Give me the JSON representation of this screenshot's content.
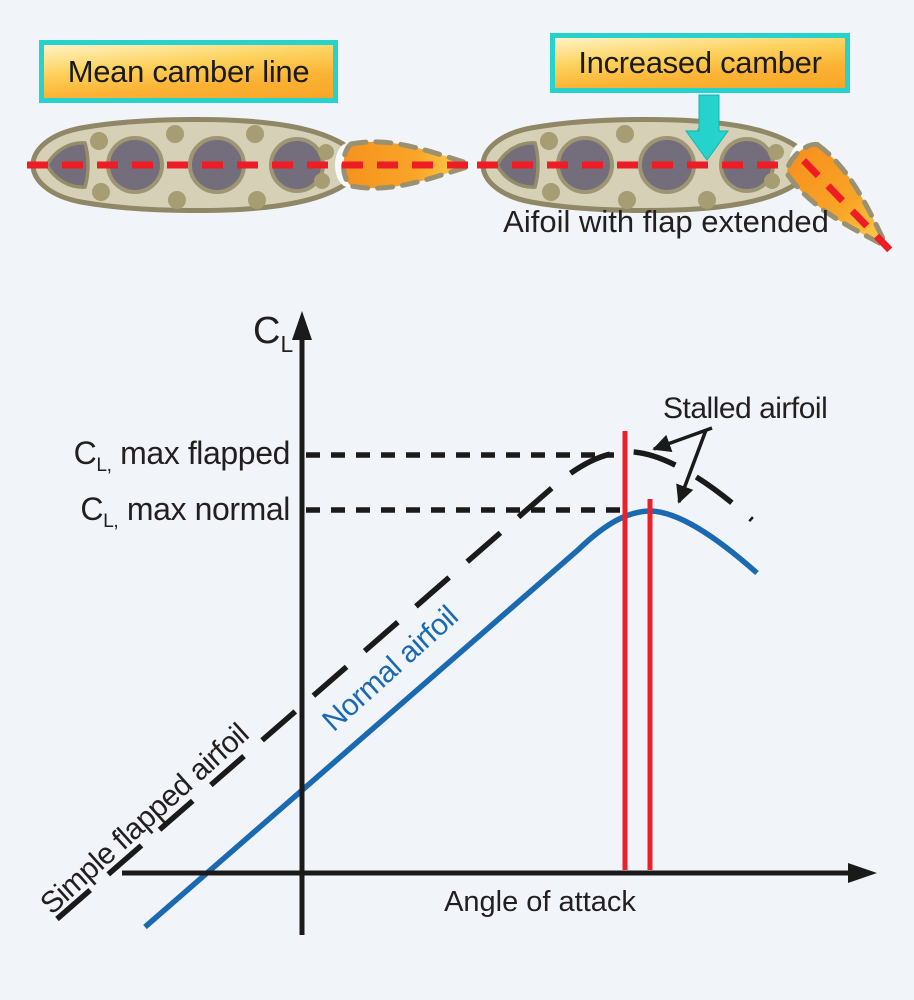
{
  "palette": {
    "background": "#f1f5f9",
    "ink": "#231f20",
    "cyan_accent": "#25d3cc",
    "box_gradient_top": "#fff3c6",
    "box_gradient_bottom": "#f9a527",
    "red": "#ec2028",
    "blue": "#1b6ab1",
    "airfoil_body": "#d6d0b7",
    "airfoil_outline": "#8f8766",
    "airfoil_circle": "#736d7c",
    "airfoil_dot": "#a79d72",
    "flap_orange": "#f6921e",
    "flap_tip_yellow": "#ffd44f"
  },
  "top": {
    "mean_camber_label": "Mean camber line",
    "increased_camber_label": "Increased camber",
    "flap_caption": "Aifoil with flap extended"
  },
  "chart": {
    "y_axis": {
      "symbol": "C",
      "subscript": "L"
    },
    "x_axis_label": "Angle of attack",
    "guides": [
      {
        "symbol": "C",
        "subscript": "L,",
        "text": " max flapped"
      },
      {
        "symbol": "C",
        "subscript": "L,",
        "text": " max normal"
      }
    ],
    "stalled_label": "Stalled airfoil",
    "curve_labels": {
      "flapped": "Simple flapped airfoil",
      "normal": "Normal airfoil"
    }
  },
  "chart_data": {
    "type": "line",
    "title": "",
    "xlabel": "Angle of attack",
    "ylabel": "CL",
    "axes_numeric": false,
    "grid": false,
    "series": [
      {
        "name": "Simple flapped airfoil",
        "style": "long-dash black",
        "points_norm_xy": [
          [
            0.0,
            0.03
          ],
          [
            0.6,
            0.72
          ],
          [
            0.7,
            0.77
          ],
          [
            0.77,
            0.78
          ],
          [
            0.83,
            0.74
          ],
          [
            0.91,
            0.65
          ]
        ],
        "peak_guide_label": "CL, max flapped",
        "peak_x_norm": 0.77
      },
      {
        "name": "Normal airfoil",
        "style": "solid blue",
        "points_norm_xy": [
          [
            0.11,
            0.02
          ],
          [
            0.63,
            0.62
          ],
          [
            0.73,
            0.67
          ],
          [
            0.79,
            0.68
          ],
          [
            0.85,
            0.65
          ],
          [
            0.92,
            0.58
          ]
        ],
        "peak_guide_label": "CL, max normal",
        "peak_x_norm": 0.79
      }
    ],
    "stall_marker_lines_x_norm": [
      0.77,
      0.8
    ],
    "annotations": [
      "Stalled airfoil"
    ],
    "legend_position": "labels-along-curves"
  }
}
